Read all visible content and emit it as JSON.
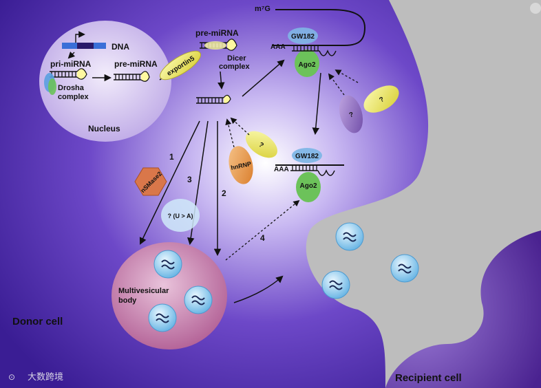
{
  "labels": {
    "dna": "DNA",
    "pri_mirna": "pri-miRNA",
    "pre_mirna_nucleus": "pre-miRNA",
    "drosha_1": "Drosha",
    "drosha_2": "complex",
    "nucleus": "Nucleus",
    "exportin5": "exportin5",
    "pre_mirna_cyto": "pre-miRNA",
    "dicer_1": "Dicer",
    "dicer_2": "complex",
    "cap": "m⁷G",
    "gw182_top": "GW182",
    "aaa_top": "AAA",
    "ago2_top": "Ago2",
    "gw182_bottom": "GW182",
    "aaa_bottom": "AAA",
    "ago2_bottom": "Ago2",
    "unknown_1": "?",
    "unknown_2": "?",
    "unknown_3": "?",
    "hnrnp": "hnRNP",
    "nsmase2": "nSMase2",
    "u_to_a": "? (U > A)",
    "path_1": "1",
    "path_2": "2",
    "path_3": "3",
    "path_4": "4",
    "mvb_1": "Multivesicular",
    "mvb_2": "body",
    "donor_cell": "Donor cell",
    "recipient_cell": "Recipient cell",
    "watermark": "大数跨境"
  },
  "colors": {
    "background": "#bdbdbd",
    "donor_cytoplasm": "#4b2aa8",
    "nucleus": "#d8c9ef",
    "mvb": "#c97aa8",
    "vesicle": "#7ec3ea",
    "ago2": "#6cc25a",
    "gw182": "#7fb6e6",
    "exportin": "#e7e36a",
    "hnrnp": "#e58f3e",
    "nsmase2": "#d9774a",
    "recipient": "#5a2f9a"
  }
}
